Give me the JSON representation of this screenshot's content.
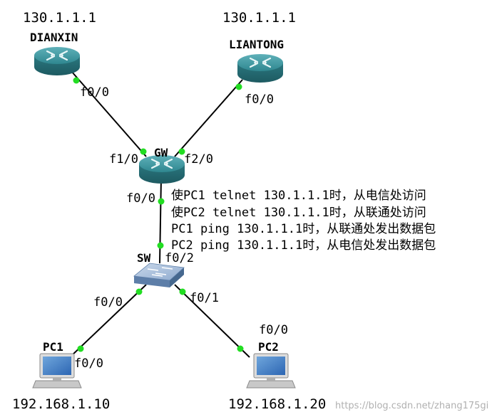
{
  "devices": {
    "dianxin": {
      "name": "DIANXIN",
      "ip": "130.1.1.1",
      "port": "f0/0"
    },
    "liantong": {
      "name": "LIANTONG",
      "ip": "130.1.1.1",
      "port": "f0/0"
    },
    "gw": {
      "name": "GW",
      "port_f1": "f1/0",
      "port_f2": "f2/0",
      "port_f0": "f0/0"
    },
    "sw": {
      "name": "SW",
      "port_up": "f0/2",
      "port_left": "f0/0",
      "port_right": "f0/1"
    },
    "pc1": {
      "name": "PC1",
      "ip": "192.168.1.10",
      "port": "f0/0"
    },
    "pc2": {
      "name": "PC2",
      "ip": "192.168.1.20",
      "port": "f0/0"
    }
  },
  "notes": [
    "使PC1 telnet 130.1.1.1时，从电信处访问",
    "使PC2 telnet 130.1.1.1时，从联通处访问",
    "PC1 ping 130.1.1.1时，从联通处发出数据包",
    "PC2 ping 130.1.1.1时，从电信处发出数据包"
  ],
  "watermark": "https://blog.csdn.net/zhang175gi",
  "colors": {
    "router": "#2f7e86",
    "link": "#000000",
    "port_dot": "#22dd22",
    "switch": "#7f9ec4"
  }
}
